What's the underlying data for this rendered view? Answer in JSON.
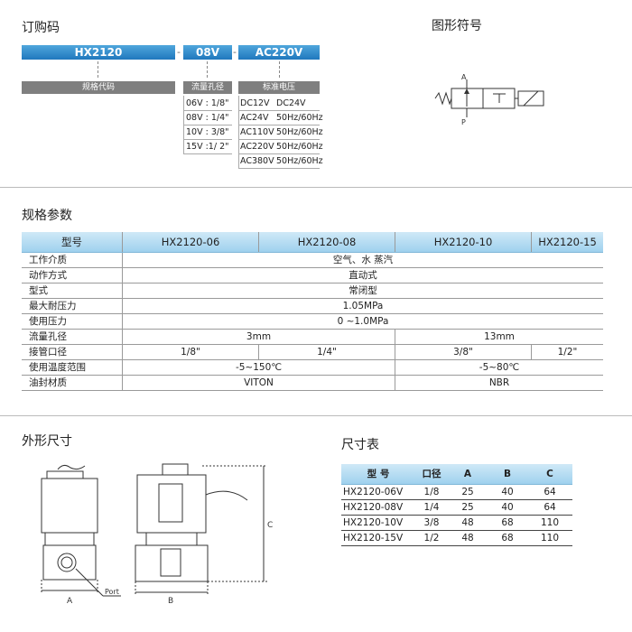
{
  "order": {
    "title": "订购码",
    "model": "HX2120",
    "sep1": "-",
    "orifice": "08V",
    "sep2": "-",
    "voltage": "AC220V",
    "label_model": "规格代码",
    "label_orifice": "流量孔径",
    "label_voltage": "标准电压",
    "orifice_options": [
      "06V : 1/8\"",
      "08V : 1/4\"",
      "10V : 3/8\"",
      "15V :1/ 2\""
    ],
    "voltage_options": [
      {
        "code": "DC12V",
        "spec": "DC24V"
      },
      {
        "code": "AC24V",
        "spec": "50Hz/60Hz"
      },
      {
        "code": "AC110V",
        "spec": "50Hz/60Hz"
      },
      {
        "code": "AC220V",
        "spec": "50Hz/60Hz"
      },
      {
        "code": "AC380V",
        "spec": "50Hz/60Hz"
      }
    ]
  },
  "symbol": {
    "title": "图形符号",
    "label_a": "A",
    "label_p": "P"
  },
  "spec": {
    "title": "规格参数",
    "header": [
      "型号",
      "HX2120-06",
      "HX2120-08",
      "HX2120-10",
      "HX2120-15"
    ],
    "medium": {
      "label": "工作介质",
      "value": "空气、水   蒸汽"
    },
    "action": {
      "label": "动作方式",
      "value": "直动式"
    },
    "type": {
      "label": "型式",
      "value": "常闭型"
    },
    "max_pressure": {
      "label": "最大耐压力",
      "value": "1.05MPa"
    },
    "use_pressure": {
      "label": "使用压力",
      "value": "0 ~1.0MPa"
    },
    "orifice": {
      "label": "流量孔径",
      "left": "3mm",
      "right": "13mm"
    },
    "port": {
      "label": "接管口径",
      "values": [
        "1/8\"",
        "1/4\"",
        "3/8\"",
        "1/2\""
      ]
    },
    "temp": {
      "label": "使用温度范围",
      "left": "-5~150℃",
      "right": "-5~80℃"
    },
    "seal": {
      "label": "油封材质",
      "left": "VITON",
      "right": "NBR"
    }
  },
  "dims": {
    "title": "外形尺寸",
    "label_a": "A",
    "label_b": "B",
    "label_c": "C",
    "label_port": "Port"
  },
  "size": {
    "title": "尺寸表",
    "header": [
      "型 号",
      "口径",
      "A",
      "B",
      "C"
    ],
    "rows": [
      [
        "HX2120-06V",
        "1/8",
        "25",
        "40",
        "64"
      ],
      [
        "HX2120-08V",
        "1/4",
        "25",
        "40",
        "64"
      ],
      [
        "HX2120-10V",
        "3/8",
        "48",
        "68",
        "110"
      ],
      [
        "HX2120-15V",
        "1/2",
        "48",
        "68",
        "110"
      ]
    ]
  }
}
